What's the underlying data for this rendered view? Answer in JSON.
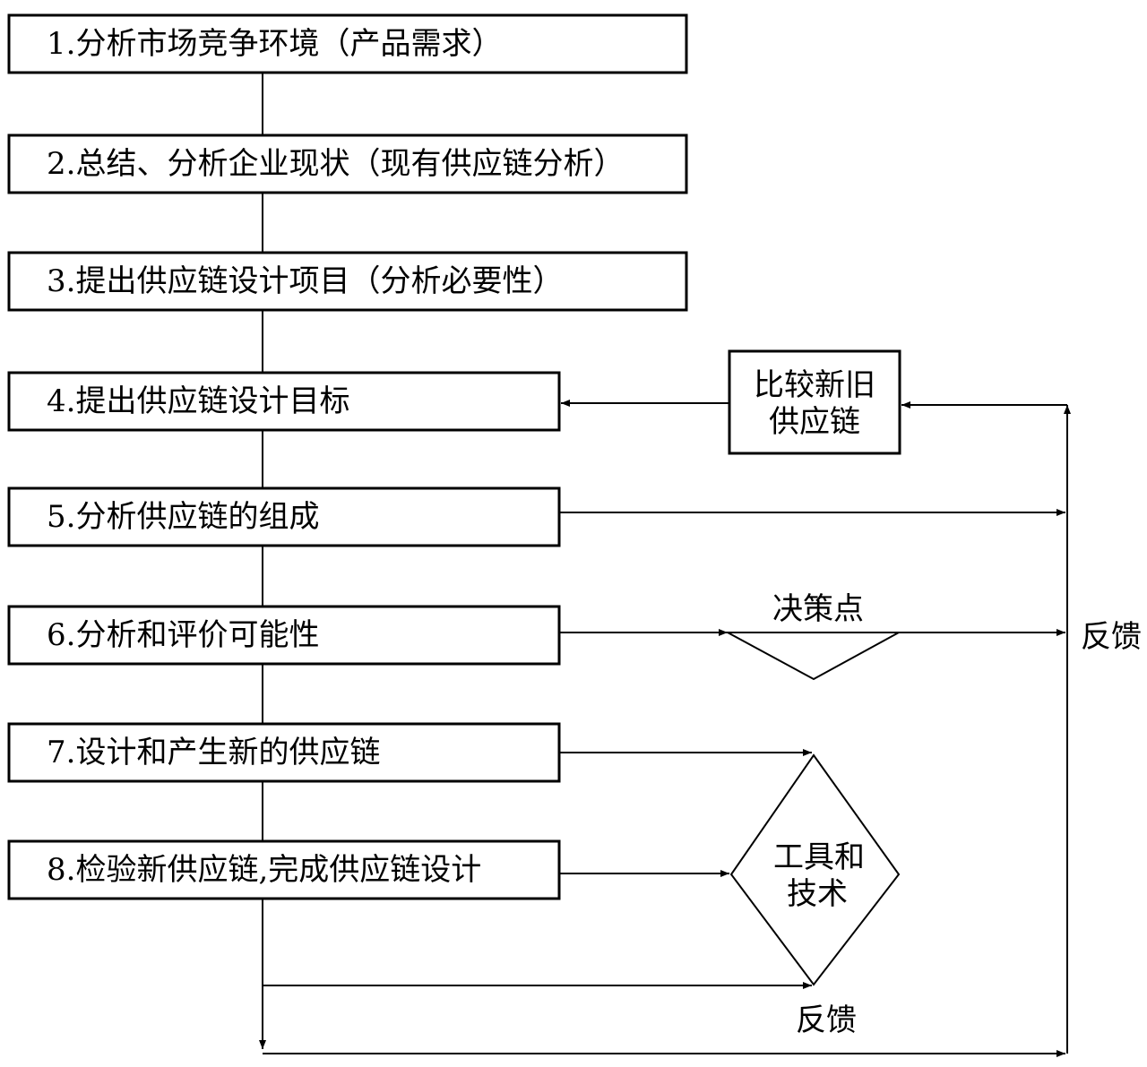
{
  "steps": [
    "1.分析市场竞争环境（产品需求）",
    "2.总结、分析企业现状（现有供应链分析）",
    "3.提出供应链设计项目（分析必要性）",
    "4.提出供应链设计目标",
    "5.分析供应链的组成",
    "6.分析和评价可能性",
    "7.设计和产生新的供应链",
    "8.检验新供应链,完成供应链设计"
  ],
  "compare_box": {
    "line1": "比较新旧",
    "line2": "供应链"
  },
  "decision_label": "决策点",
  "tools_box": {
    "line1": "工具和",
    "line2": "技术"
  },
  "feedback_right": "反馈",
  "feedback_bottom": "反馈"
}
